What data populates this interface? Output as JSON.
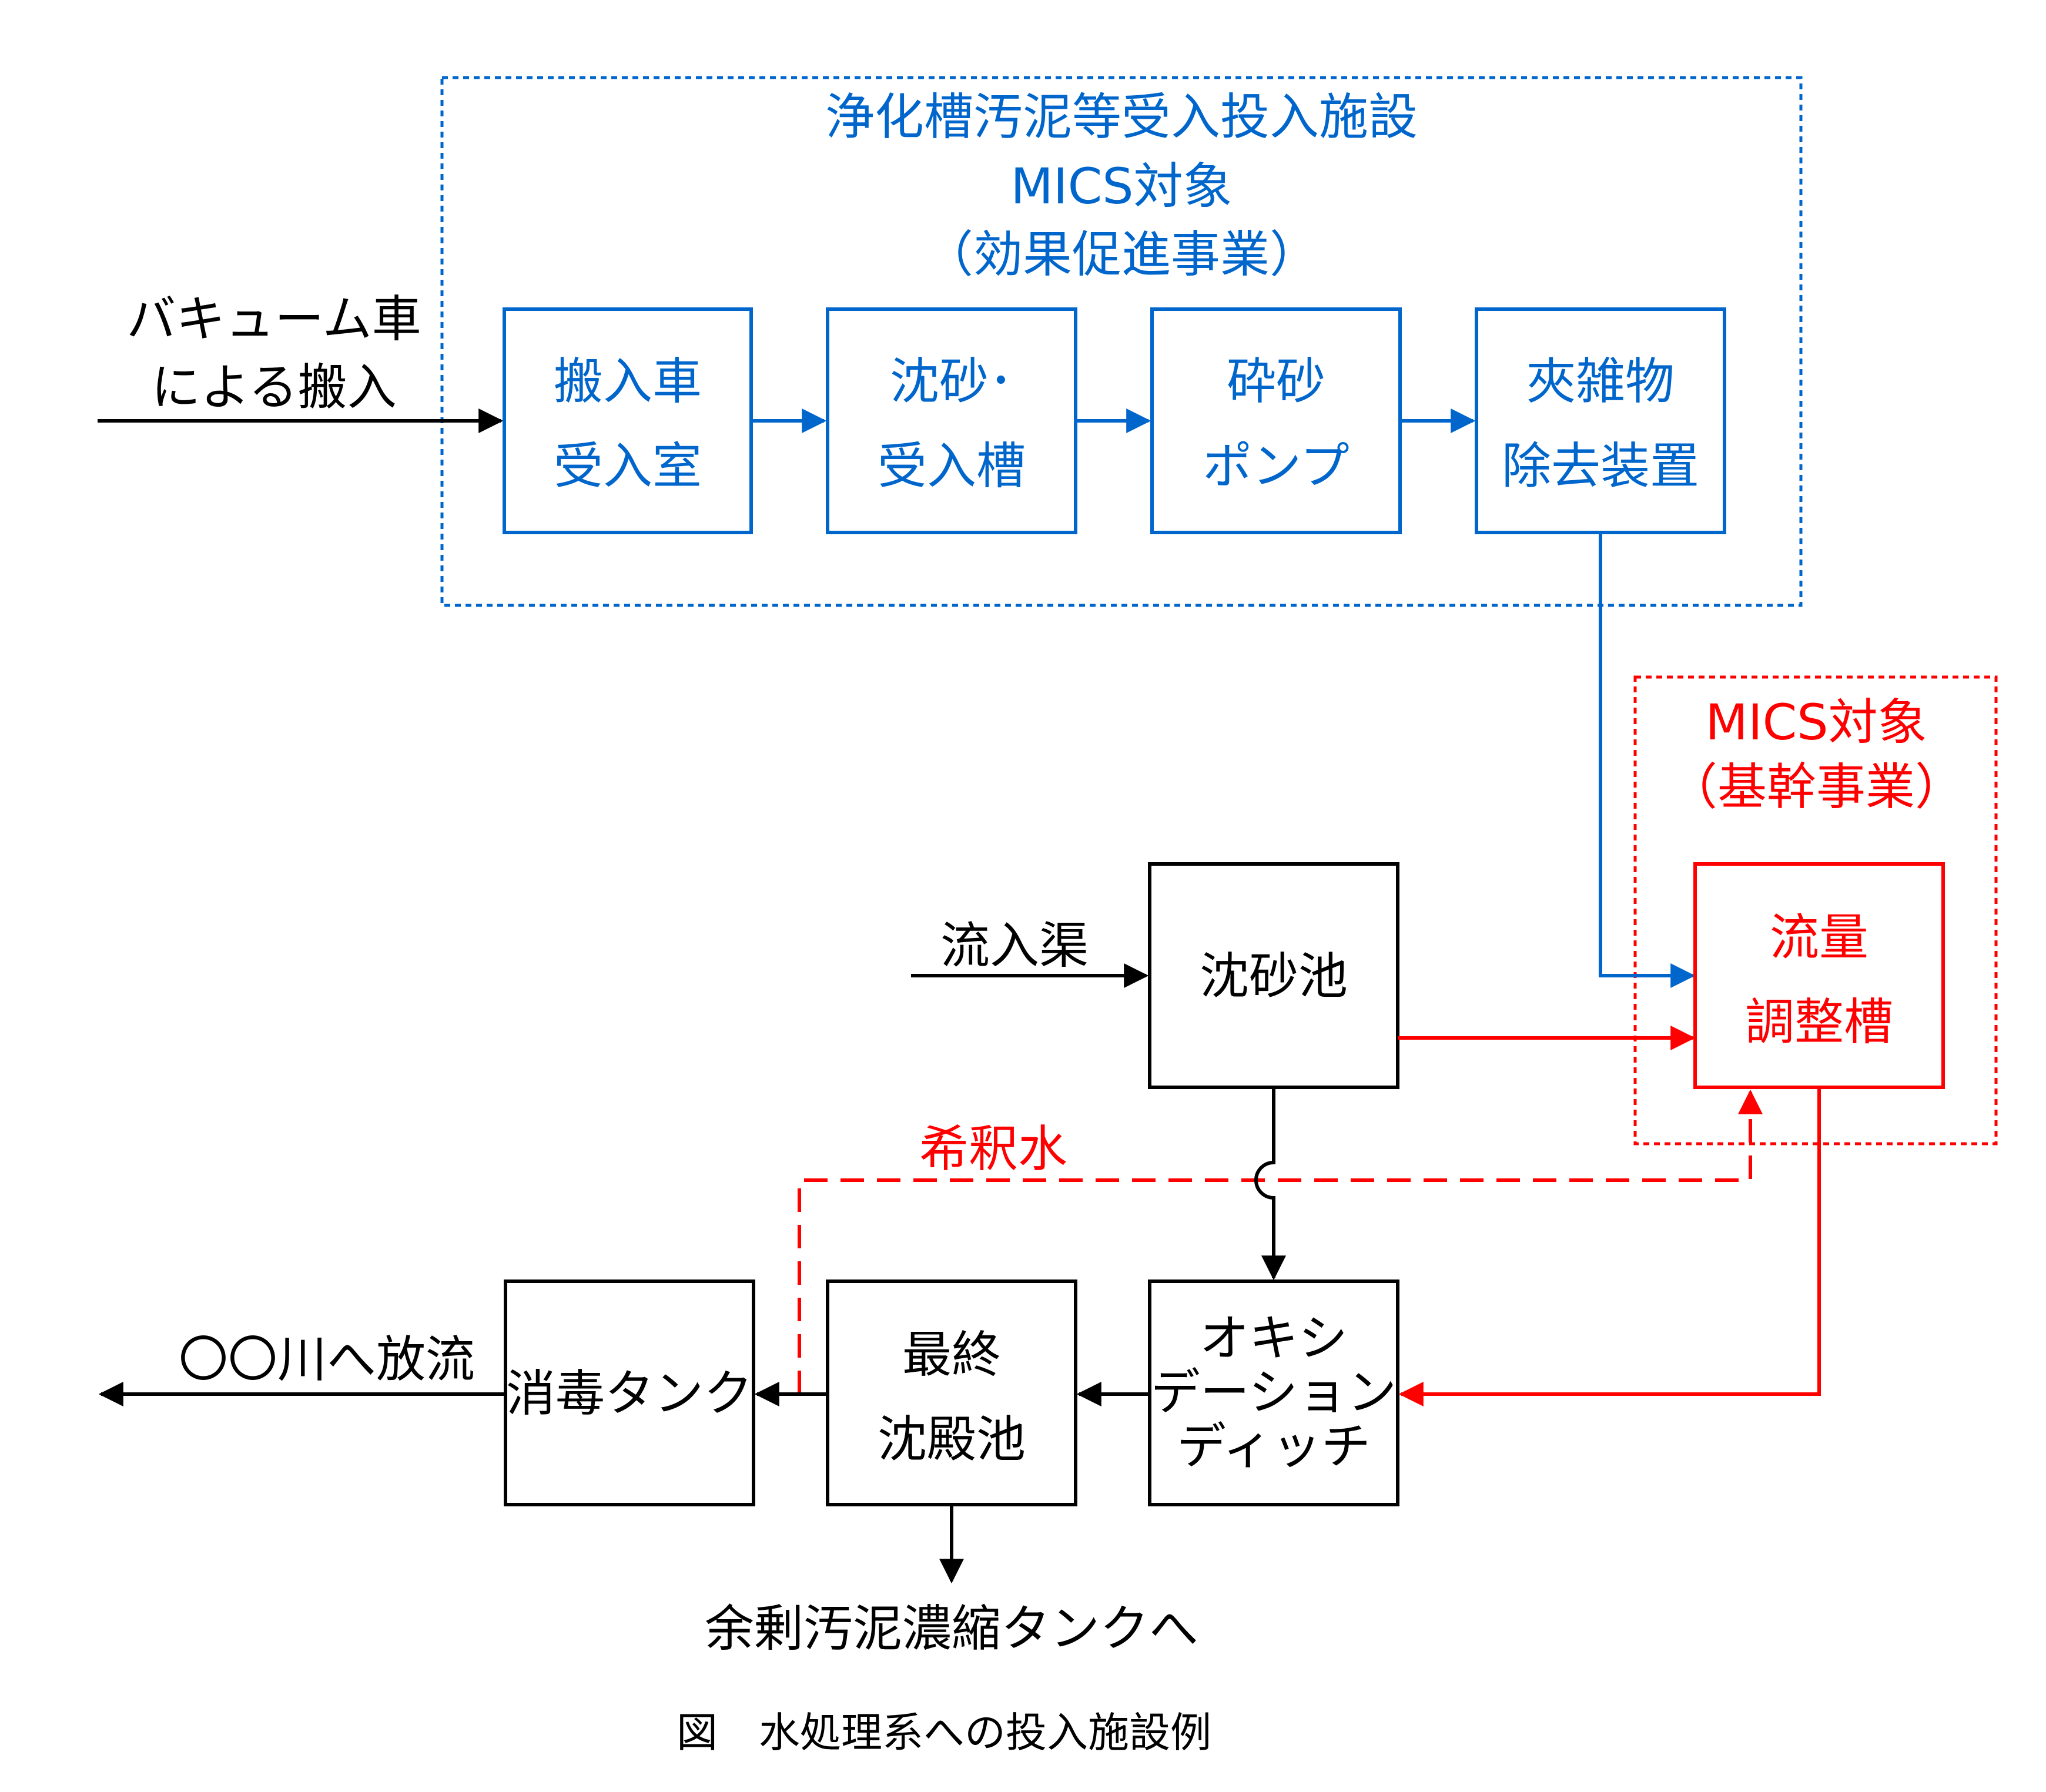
{
  "group_top": {
    "title": "浄化槽汚泥等受入投入施設",
    "line2": "MICS対象",
    "line3": "（効果促進事業）"
  },
  "group_right": {
    "line1": "MICS対象",
    "line2": "（基幹事業）"
  },
  "inputs": {
    "vacuum_line1": "バキューム車",
    "vacuum_line2": "による搬入",
    "inflow": "流入渠"
  },
  "boxes": {
    "receive_room": [
      "搬入車",
      "受入室"
    ],
    "grit_tank": [
      "沈砂･",
      "受入槽"
    ],
    "grit_pump": [
      "砕砂",
      "ポンプ"
    ],
    "screen": [
      "夾雑物",
      "除去装置"
    ],
    "grit_chamber": [
      "沈砂池"
    ],
    "equalization": [
      "流量",
      "調整槽"
    ],
    "oxidation_ditch": [
      "オキシ",
      "デーション",
      "ディッチ"
    ],
    "final_clarifier": [
      "最終",
      "沈殿池"
    ],
    "disinfection": [
      "消毒タンク"
    ]
  },
  "labels": {
    "dilution_water": "希釈水",
    "discharge": "〇〇川へ放流",
    "excess_sludge": "余剰汚泥濃縮タンクへ"
  },
  "caption": "図　水処理系への投入施設例",
  "colors": {
    "blue": "#0066cc",
    "red": "#ff0000",
    "black": "#000000"
  }
}
